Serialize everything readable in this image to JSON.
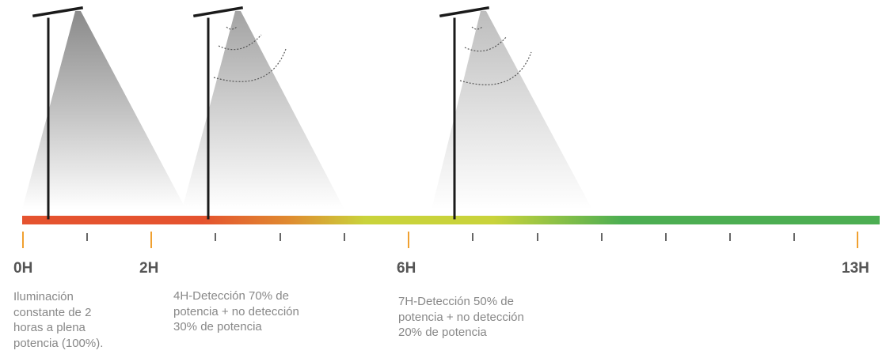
{
  "colors": {
    "bar_start": "#e5532f",
    "bar_mid": "#c9d33b",
    "bar_end": "#4cae52",
    "major_tick": "#f0a030",
    "minor_tick": "#333333",
    "pole": "#1a1a1a",
    "label_text": "#555555",
    "description_text": "#888888"
  },
  "timeline": {
    "hour_labels": [
      "0H",
      "2H",
      "6H",
      "13H"
    ]
  },
  "descriptions": {
    "phase_0h": [
      "Iluminación",
      "constante de 2",
      "horas a plena",
      "potencia (100%)."
    ],
    "phase_4h": [
      "4H-Detección 70% de",
      "potencia + no detección",
      "30% de potencia"
    ],
    "phase_7h": [
      "7H-Detección 50% de",
      "potencia + no detección",
      "20% de potencia"
    ]
  },
  "lamps": [
    {
      "phase": "full-power",
      "icons": [
        "street-lamp-icon",
        "light-cone-icon"
      ]
    },
    {
      "phase": "4h-detection",
      "icons": [
        "street-lamp-icon",
        "light-cone-icon",
        "motion-detection-icon"
      ]
    },
    {
      "phase": "7h-detection",
      "icons": [
        "street-lamp-icon",
        "light-cone-icon",
        "motion-detection-icon"
      ]
    }
  ]
}
